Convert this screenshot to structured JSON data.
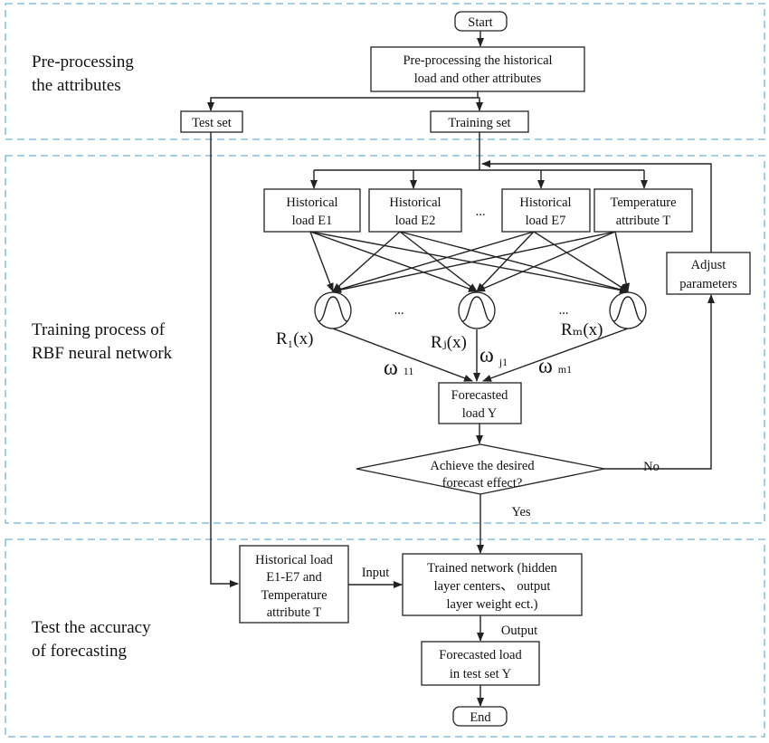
{
  "sections": [
    {
      "lines": [
        "Pre-processing",
        "the  attributes"
      ]
    },
    {
      "lines": [
        "Training process of",
        "RBF neural network"
      ]
    },
    {
      "lines": [
        "Test the  accuracy",
        "of forecasting"
      ]
    }
  ],
  "nodes": {
    "start": "Start",
    "preprocess": [
      "Pre-processing the historical",
      "load and other attributes"
    ],
    "test_set": "Test set",
    "training_set": "Training set",
    "inputs": [
      [
        "Historical",
        "load E1"
      ],
      [
        "Historical",
        "load E2"
      ],
      [
        "Historical",
        "load E7"
      ],
      [
        "Temperature",
        "attribute T"
      ]
    ],
    "input_ellipsis": "...",
    "adjust": [
      "Adjust",
      "parameters"
    ],
    "hidden_ellipsis": [
      "...",
      "..."
    ],
    "rbf_labels": [
      "R₁(x)",
      "Rⱼ(x)",
      "Rₘ(x)"
    ],
    "weights": [
      {
        "w": "ω",
        "sub": "11"
      },
      {
        "w": "ω",
        "sub": "j1"
      },
      {
        "w": "ω",
        "sub": "m1"
      }
    ],
    "forecasted": [
      "Forecasted",
      "load Y"
    ],
    "decision": [
      "Achieve the desired",
      "forecast effect?"
    ],
    "no": "No",
    "yes": "Yes",
    "test_input": [
      "Historical load",
      "E1-E7 and",
      "Temperature",
      "attribute T"
    ],
    "input_label": "Input",
    "trained": [
      "Trained network (hidden",
      "layer centers、 output",
      "layer weight ect.)"
    ],
    "output_label": "Output",
    "forecast_test": [
      "Forecasted load",
      "in test set Y"
    ],
    "end": "End"
  },
  "colors": {
    "section_border": "#6fb3dd",
    "lines": "#222222"
  }
}
